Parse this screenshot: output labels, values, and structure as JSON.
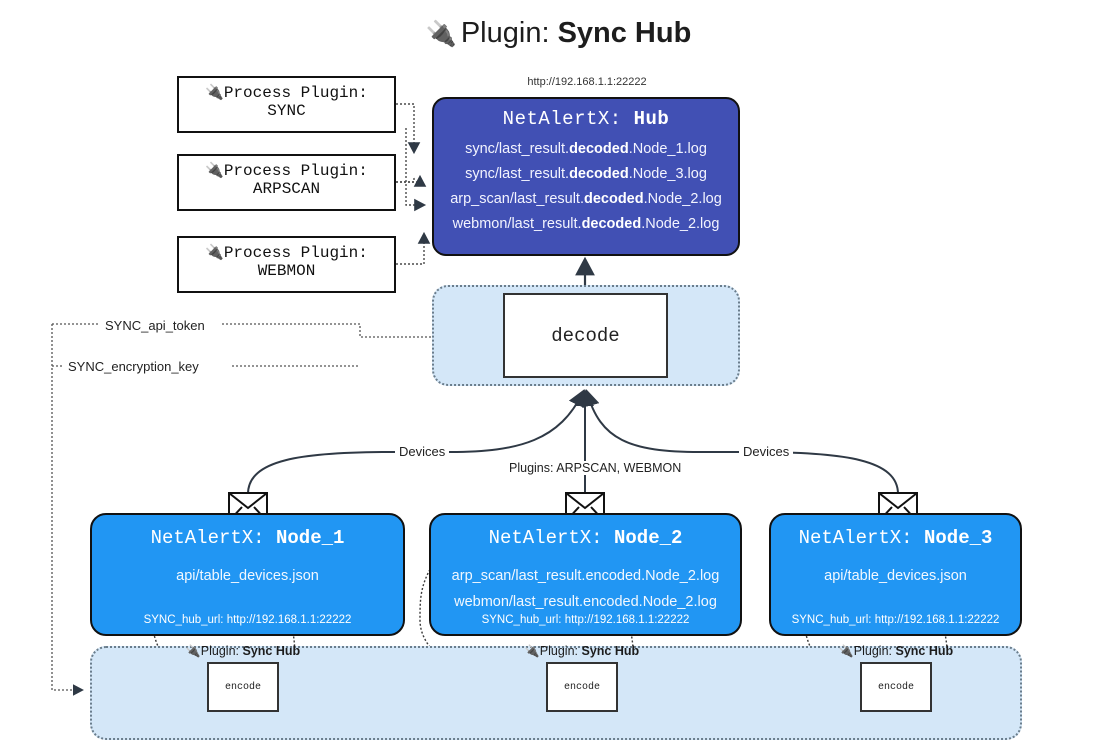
{
  "title": {
    "prefix": "Plugin:",
    "name": "Sync Hub",
    "icon": "plug-icon"
  },
  "hub": {
    "url": "http://192.168.1.1:22222",
    "title_prefix": "NetAlertX:",
    "title_name": "Hub",
    "lines": [
      {
        "pre": "sync/last_result.",
        "mid": "decoded",
        "post": ".Node_1.log"
      },
      {
        "pre": "sync/last_result.",
        "mid": "decoded",
        "post": ".Node_3.log"
      },
      {
        "pre": "arp_scan/last_result.",
        "mid": "decoded",
        "post": ".Node_2.log"
      },
      {
        "pre": "webmon/last_result.",
        "mid": "decoded",
        "post": ".Node_2.log"
      }
    ]
  },
  "process_plugins": [
    {
      "label": "Process Plugin:",
      "name": "SYNC"
    },
    {
      "label": "Process Plugin:",
      "name": "ARPSCAN"
    },
    {
      "label": "Process Plugin:",
      "name": "WEBMON"
    }
  ],
  "decode": {
    "label": "decode"
  },
  "settings": {
    "api_token": "SYNC_api_token",
    "encryption_key": "SYNC_encryption_key"
  },
  "flow_labels": {
    "devices_left": "Devices",
    "devices_right": "Devices",
    "plugins_center": "Plugins: ARPSCAN, WEBMON"
  },
  "nodes": [
    {
      "title_prefix": "NetAlertX:",
      "title_name": "Node_1",
      "lines": [
        "api/table_devices.json"
      ],
      "footer": "SYNC_hub_url: http://192.168.1.1:22222"
    },
    {
      "title_prefix": "NetAlertX:",
      "title_name": "Node_2",
      "lines": [
        "arp_scan/last_result.encoded.Node_2.log",
        "webmon/last_result.encoded.Node_2.log"
      ],
      "footer": "SYNC_hub_url: http://192.168.1.1:22222"
    },
    {
      "title_prefix": "NetAlertX:",
      "title_name": "Node_3",
      "lines": [
        "api/table_devices.json"
      ],
      "footer": "SYNC_hub_url: http://192.168.1.1:22222"
    }
  ],
  "encoders": [
    {
      "plugin_prefix": "Plugin:",
      "plugin_name": "Sync Hub",
      "label": "encode"
    },
    {
      "plugin_prefix": "Plugin:",
      "plugin_name": "Sync Hub",
      "label": "encode"
    },
    {
      "plugin_prefix": "Plugin:",
      "plugin_name": "Sync Hub",
      "label": "encode"
    }
  ],
  "colors": {
    "hub_fill": "#4150b4",
    "node_fill": "#2196f3",
    "container_fill": "#d4e7f8",
    "stroke": "#111111",
    "edge": "#3b4652"
  }
}
